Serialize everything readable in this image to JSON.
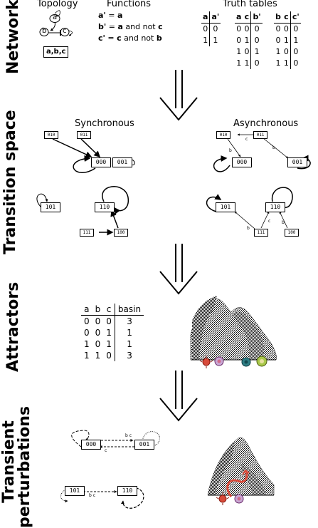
{
  "side_labels": {
    "network": "Network",
    "transition_space": "Transition space",
    "attractors": "Attractors",
    "transient_1": "Transient",
    "transient_2": "perturbations"
  },
  "network": {
    "topology_title": "Topology",
    "node_a": "a",
    "node_b": "b",
    "node_c": "c",
    "variables_box": "a,b,c",
    "functions_title": "Functions",
    "functions": [
      {
        "lhs": "a'",
        "eq": " = ",
        "rhs": "a",
        "mid": "",
        "neg": ""
      },
      {
        "lhs": "b'",
        "eq": " = ",
        "rhs": "a",
        "mid": " and not ",
        "neg": "c"
      },
      {
        "lhs": "c'",
        "eq": " = ",
        "rhs": "c",
        "mid": " and not ",
        "neg": "b"
      }
    ],
    "truth_tables_title": "Truth tables",
    "truth_tables": [
      {
        "headers": [
          "a",
          "a'"
        ],
        "rows": [
          [
            "0",
            "0"
          ],
          [
            "1",
            "1"
          ]
        ]
      },
      {
        "headers": [
          "a",
          "c",
          "b'"
        ],
        "rows": [
          [
            "0",
            "0",
            "0"
          ],
          [
            "0",
            "1",
            "0"
          ],
          [
            "1",
            "0",
            "1"
          ],
          [
            "1",
            "1",
            "0"
          ]
        ]
      },
      {
        "headers": [
          "b",
          "c",
          "c'"
        ],
        "rows": [
          [
            "0",
            "0",
            "0"
          ],
          [
            "0",
            "1",
            "1"
          ],
          [
            "1",
            "0",
            "0"
          ],
          [
            "1",
            "1",
            "0"
          ]
        ]
      }
    ]
  },
  "transition_space": {
    "sync_title": "Synchronous",
    "async_title": "Asynchronous",
    "states": {
      "s000": "000",
      "s001": "001",
      "s010": "010",
      "s011": "011",
      "s100": "100",
      "s101": "101",
      "s110": "110",
      "s111": "111"
    },
    "edge_labels": {
      "b": "b",
      "c": "c"
    }
  },
  "attractors": {
    "headers": [
      "a",
      "b",
      "c",
      "basin"
    ],
    "rows": [
      [
        "0",
        "0",
        "0",
        "3"
      ],
      [
        "0",
        "0",
        "1",
        "1"
      ],
      [
        "1",
        "0",
        "1",
        "1"
      ],
      [
        "1",
        "1",
        "0",
        "3"
      ]
    ],
    "cell_colors": [
      "#d84a3a",
      "#c9a8d4",
      "#2f7f86",
      "#a9c84a"
    ]
  },
  "transient": {
    "states": {
      "s000": "000",
      "s001": "001",
      "s101": "101",
      "s110": "110"
    },
    "edge_labels": {
      "bc": "b c",
      "c": "c"
    }
  }
}
